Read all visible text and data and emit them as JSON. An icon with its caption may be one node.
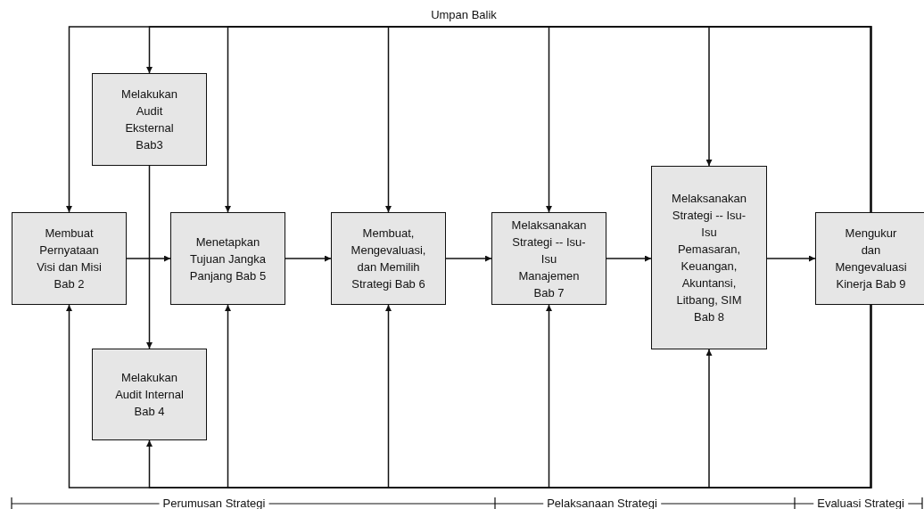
{
  "diagram": {
    "nodes": [
      {
        "text": [
          "Melakukan Audit Eksternal Bab3"
        ]
      },
      {
        "text": [
          "Membuat Pernyataan Visi dan Misi Bab 2"
        ]
      },
      {
        "text": [
          "Menetapkan Tujuan Jangka Panjang Bab 5"
        ]
      },
      {
        "text": [
          "Membuat, Mengevaluasi, dan Memilih Strategi Bab 6"
        ]
      },
      {
        "text": [
          "Melaksanakan Strategi -- Isu-Isu Manajemen Bab 7"
        ]
      },
      {
        "text": [
          "Melaksanakan Strategi -- Isu-Isu Pemasaran, Keuangan, Akuntansi, Litbang, SIM Bab 8"
        ]
      },
      {
        "text": [
          "Mengukur dan Mengevaluasi Kinerja Bab 9"
        ]
      },
      {
        "text": [
          "Melakukan Audit Internal Bab 4"
        ]
      }
    ],
    "edges": [
      {
        "from": 1,
        "to": 2,
        "arrow": "to"
      },
      {
        "from": 0,
        "to": 7,
        "arrow": "to"
      },
      {
        "from": 2,
        "to": 3,
        "arrow": "to"
      },
      {
        "from": 3,
        "to": 4,
        "arrow": "to"
      },
      {
        "from": 4,
        "to": 5,
        "arrow": "to"
      },
      {
        "from": 5,
        "to": 6,
        "arrow": "to"
      },
      {
        "from": 6,
        "to": 1,
        "arrow": "to",
        "label": "Umpan Balik"
      },
      {
        "from": 6,
        "to": 0,
        "arrow": "to"
      },
      {
        "from": 6,
        "to": 2,
        "arrow": "to"
      },
      {
        "from": 6,
        "to": 3,
        "arrow": "to"
      },
      {
        "from": 6,
        "to": 4,
        "arrow": "to"
      },
      {
        "from": 6,
        "to": 5,
        "arrow": "to"
      },
      {
        "from": 6,
        "to": 1,
        "arrow": "to"
      },
      {
        "from": 6,
        "to": 7,
        "arrow": "to"
      },
      {
        "from": 6,
        "to": 2,
        "arrow": "to"
      },
      {
        "from": 6,
        "to": 3,
        "arrow": "to"
      },
      {
        "from": 6,
        "to": 4,
        "arrow": "to"
      },
      {
        "from": 6,
        "to": 5,
        "arrow": "to"
      }
    ],
    "labels": [
      "Perumusan Strategi",
      "Pelaksanaan Strategi",
      "Evaluasi Strategi"
    ]
  }
}
